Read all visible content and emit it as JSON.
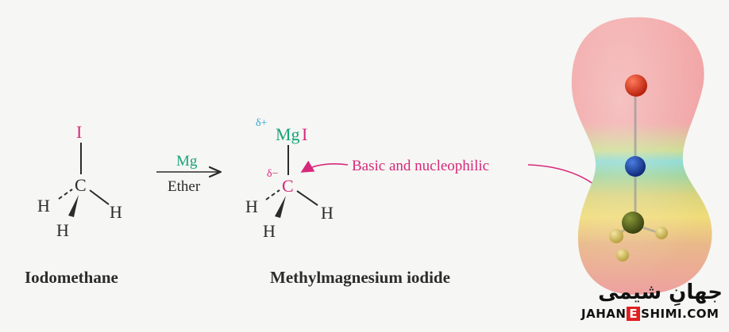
{
  "reactant": {
    "iodine": "I",
    "carbon": "C",
    "hydrogen_left": "H",
    "hydrogen_right": "H",
    "hydrogen_bottom": "H",
    "name": "Iodomethane"
  },
  "arrow": {
    "reagent": "Mg",
    "solvent": "Ether"
  },
  "product": {
    "delta_plus": "δ+",
    "mgi_mg": "Mg",
    "mgi_i": "I",
    "delta_minus": "δ−",
    "carbon": "C",
    "hydrogen_left": "H",
    "hydrogen_right": "H",
    "hydrogen_bottom": "H",
    "name": "Methylmagnesium iodide"
  },
  "annotation": {
    "text": "Basic and nucleophilic"
  },
  "watermark": {
    "persian": "جهانِ شیمی",
    "latin_part1": "JAHAN",
    "latin_box": "E",
    "latin_part2": "SHIMI.COM"
  },
  "colors": {
    "magenta": "#d6287a",
    "green": "#1aa37a",
    "cyan": "#2aa7d6"
  }
}
